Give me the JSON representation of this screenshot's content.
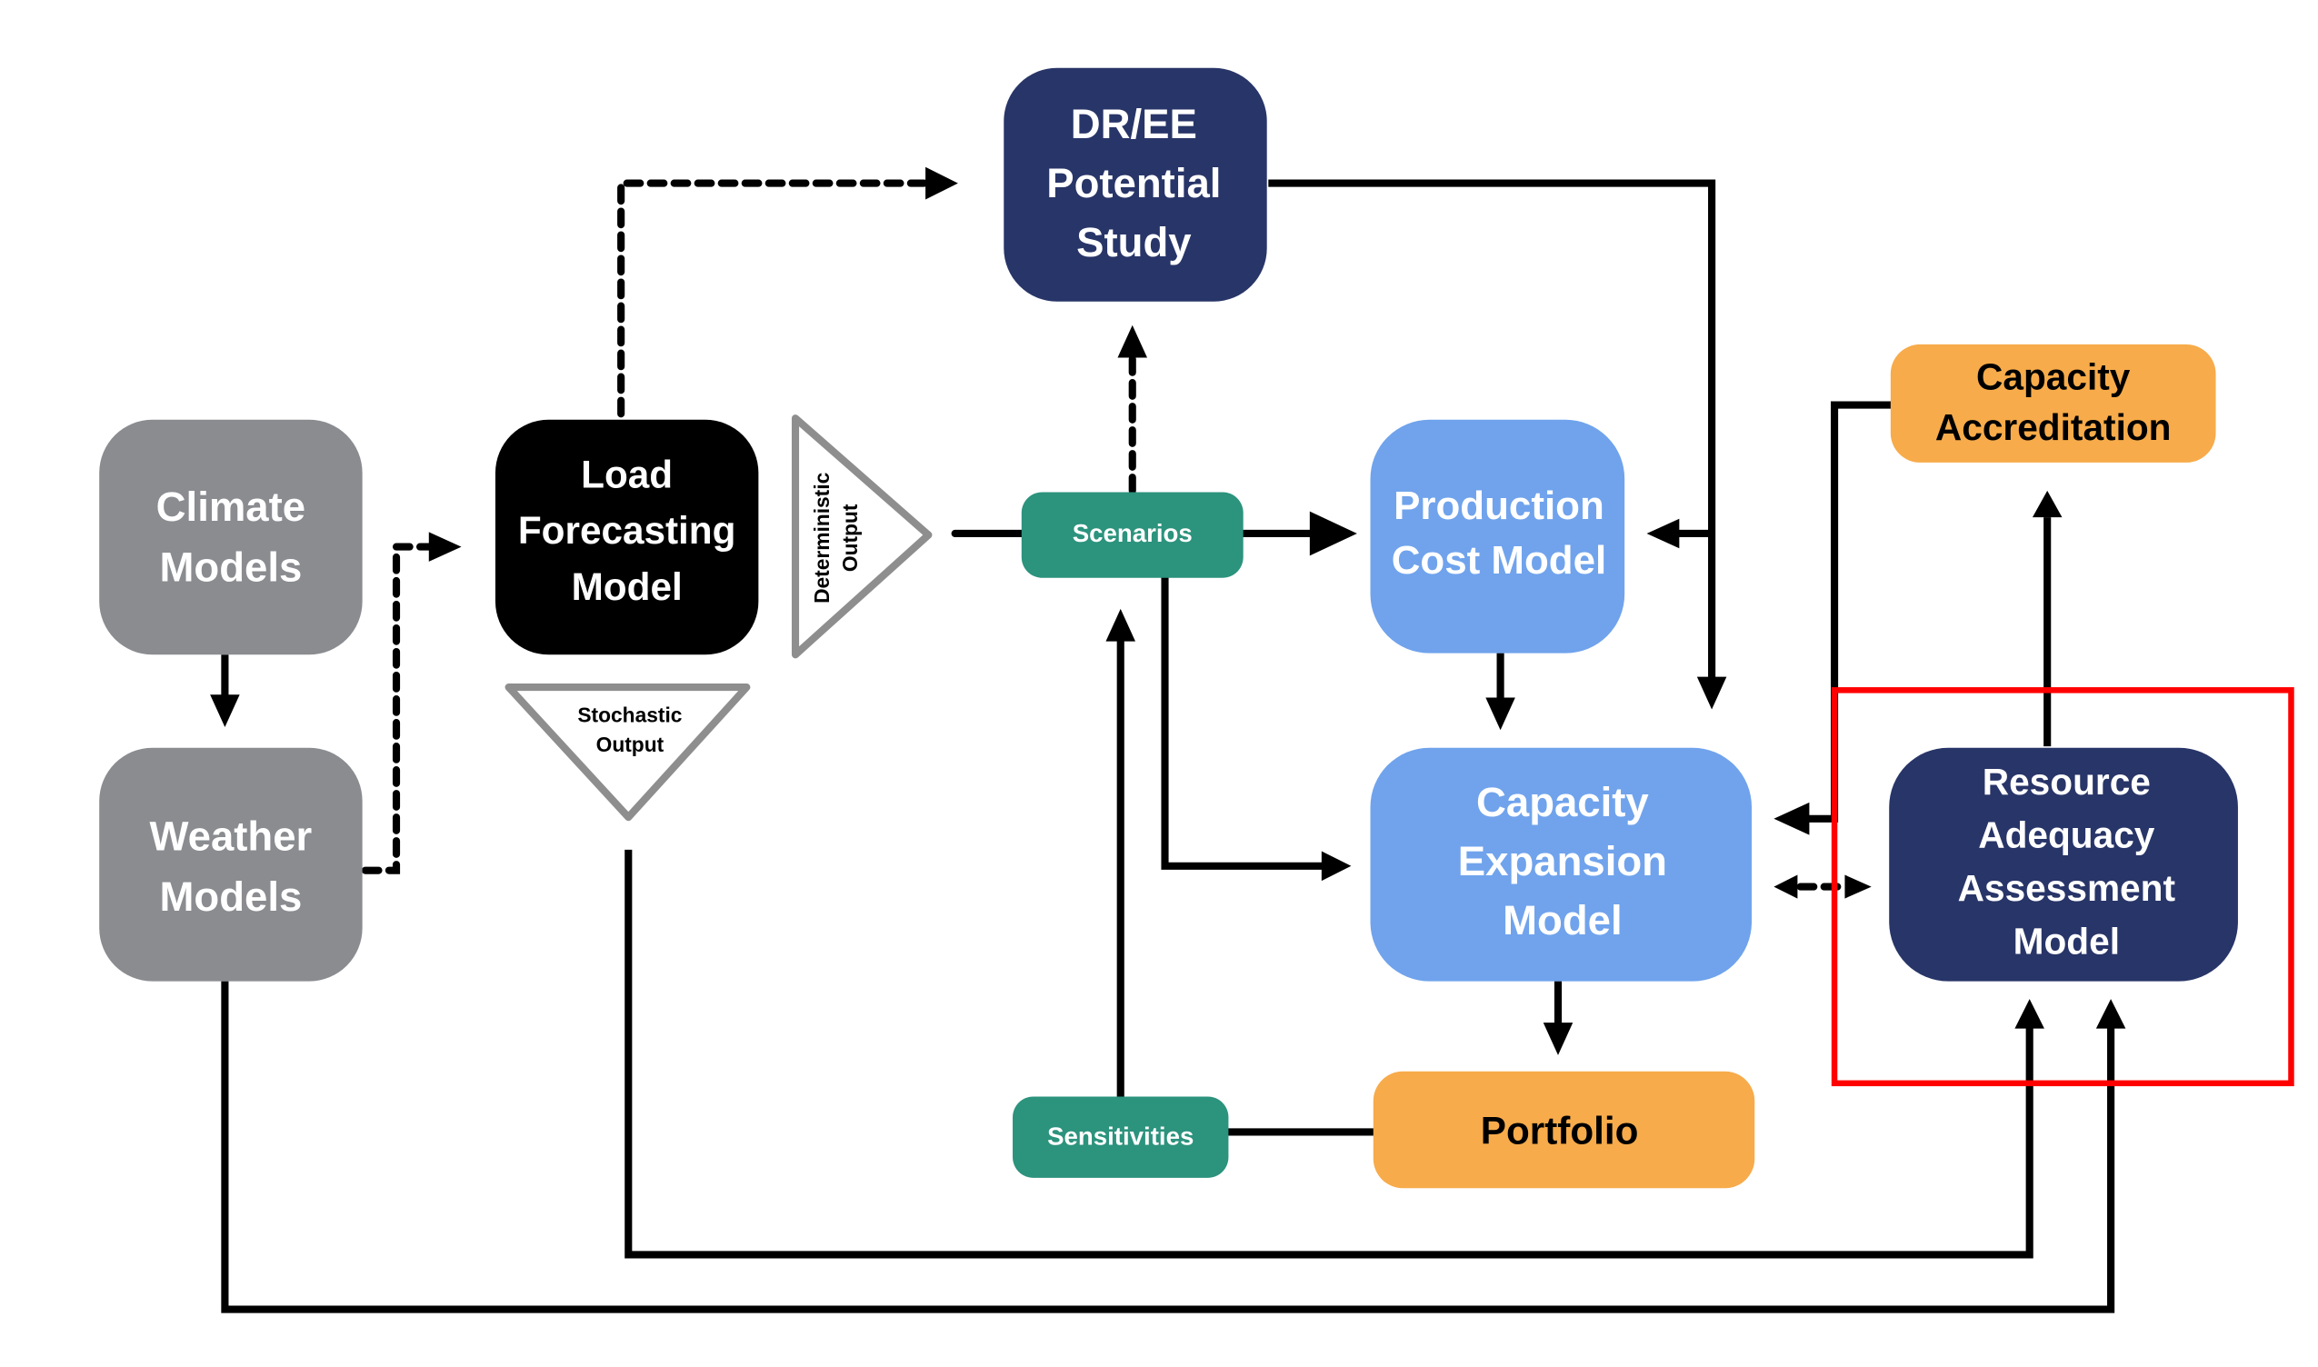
{
  "diagram": {
    "title": "",
    "colors": {
      "gray_box": "#8a8c90",
      "black_box": "#000000",
      "navy_box": "#283568",
      "blue_box": "#70a3ec",
      "teal_box": "#2c937d",
      "orange_box": "#f7ab4a",
      "triangle_stroke": "#8e8e8e",
      "highlight": "#ff0000"
    },
    "nodes": {
      "climate": {
        "lines": [
          "Climate",
          "Models"
        ]
      },
      "weather": {
        "lines": [
          "Weather",
          "Models"
        ]
      },
      "load": {
        "lines": [
          "Load",
          "Forecasting",
          "Model"
        ]
      },
      "dree": {
        "lines": [
          "DR/EE",
          "Potential",
          "Study"
        ]
      },
      "deterministic": {
        "lines": [
          "Deterministic",
          "Output"
        ]
      },
      "stochastic": {
        "lines": [
          "Stochastic",
          "Output"
        ]
      },
      "scenarios": {
        "label": "Scenarios"
      },
      "production": {
        "lines": [
          "Production",
          "Cost Model"
        ]
      },
      "capexp": {
        "lines": [
          "Capacity",
          "Expansion",
          "Model"
        ]
      },
      "sensitivities": {
        "label": "Sensitivities"
      },
      "portfolio": {
        "label": "Portfolio"
      },
      "accreditation": {
        "lines": [
          "Capacity",
          "Accreditation"
        ]
      },
      "ra": {
        "lines": [
          "Resource",
          "Adequacy",
          "Assessment",
          "Model"
        ]
      }
    },
    "edges": [
      {
        "from": "climate",
        "to": "weather",
        "style": "solid"
      },
      {
        "from": "weather",
        "to": "load",
        "style": "dashed"
      },
      {
        "from": "load",
        "to": "dree",
        "style": "dashed"
      },
      {
        "from": "deterministic",
        "to": "scenarios",
        "style": "solid"
      },
      {
        "from": "scenarios",
        "to": "dree",
        "style": "dashed"
      },
      {
        "from": "scenarios",
        "to": "production",
        "style": "solid"
      },
      {
        "from": "scenarios",
        "to": "capexp",
        "style": "solid"
      },
      {
        "from": "dree",
        "to": "production",
        "style": "solid"
      },
      {
        "from": "dree",
        "to": "capexp",
        "style": "solid"
      },
      {
        "from": "production",
        "to": "capexp",
        "style": "solid"
      },
      {
        "from": "capexp",
        "to": "portfolio",
        "style": "solid"
      },
      {
        "from": "portfolio",
        "to": "sensitivities",
        "style": "solid"
      },
      {
        "from": "sensitivities",
        "to": "scenarios",
        "style": "solid"
      },
      {
        "from": "ra",
        "to": "accreditation",
        "style": "solid"
      },
      {
        "from": "accreditation",
        "to": "capexp",
        "style": "solid"
      },
      {
        "from": "ra",
        "to": "capexp",
        "style": "dashed-bidirectional"
      },
      {
        "from": "stochastic",
        "to": "ra",
        "style": "solid"
      },
      {
        "from": "weather",
        "to": "ra",
        "style": "solid"
      }
    ],
    "highlight": "ra"
  }
}
